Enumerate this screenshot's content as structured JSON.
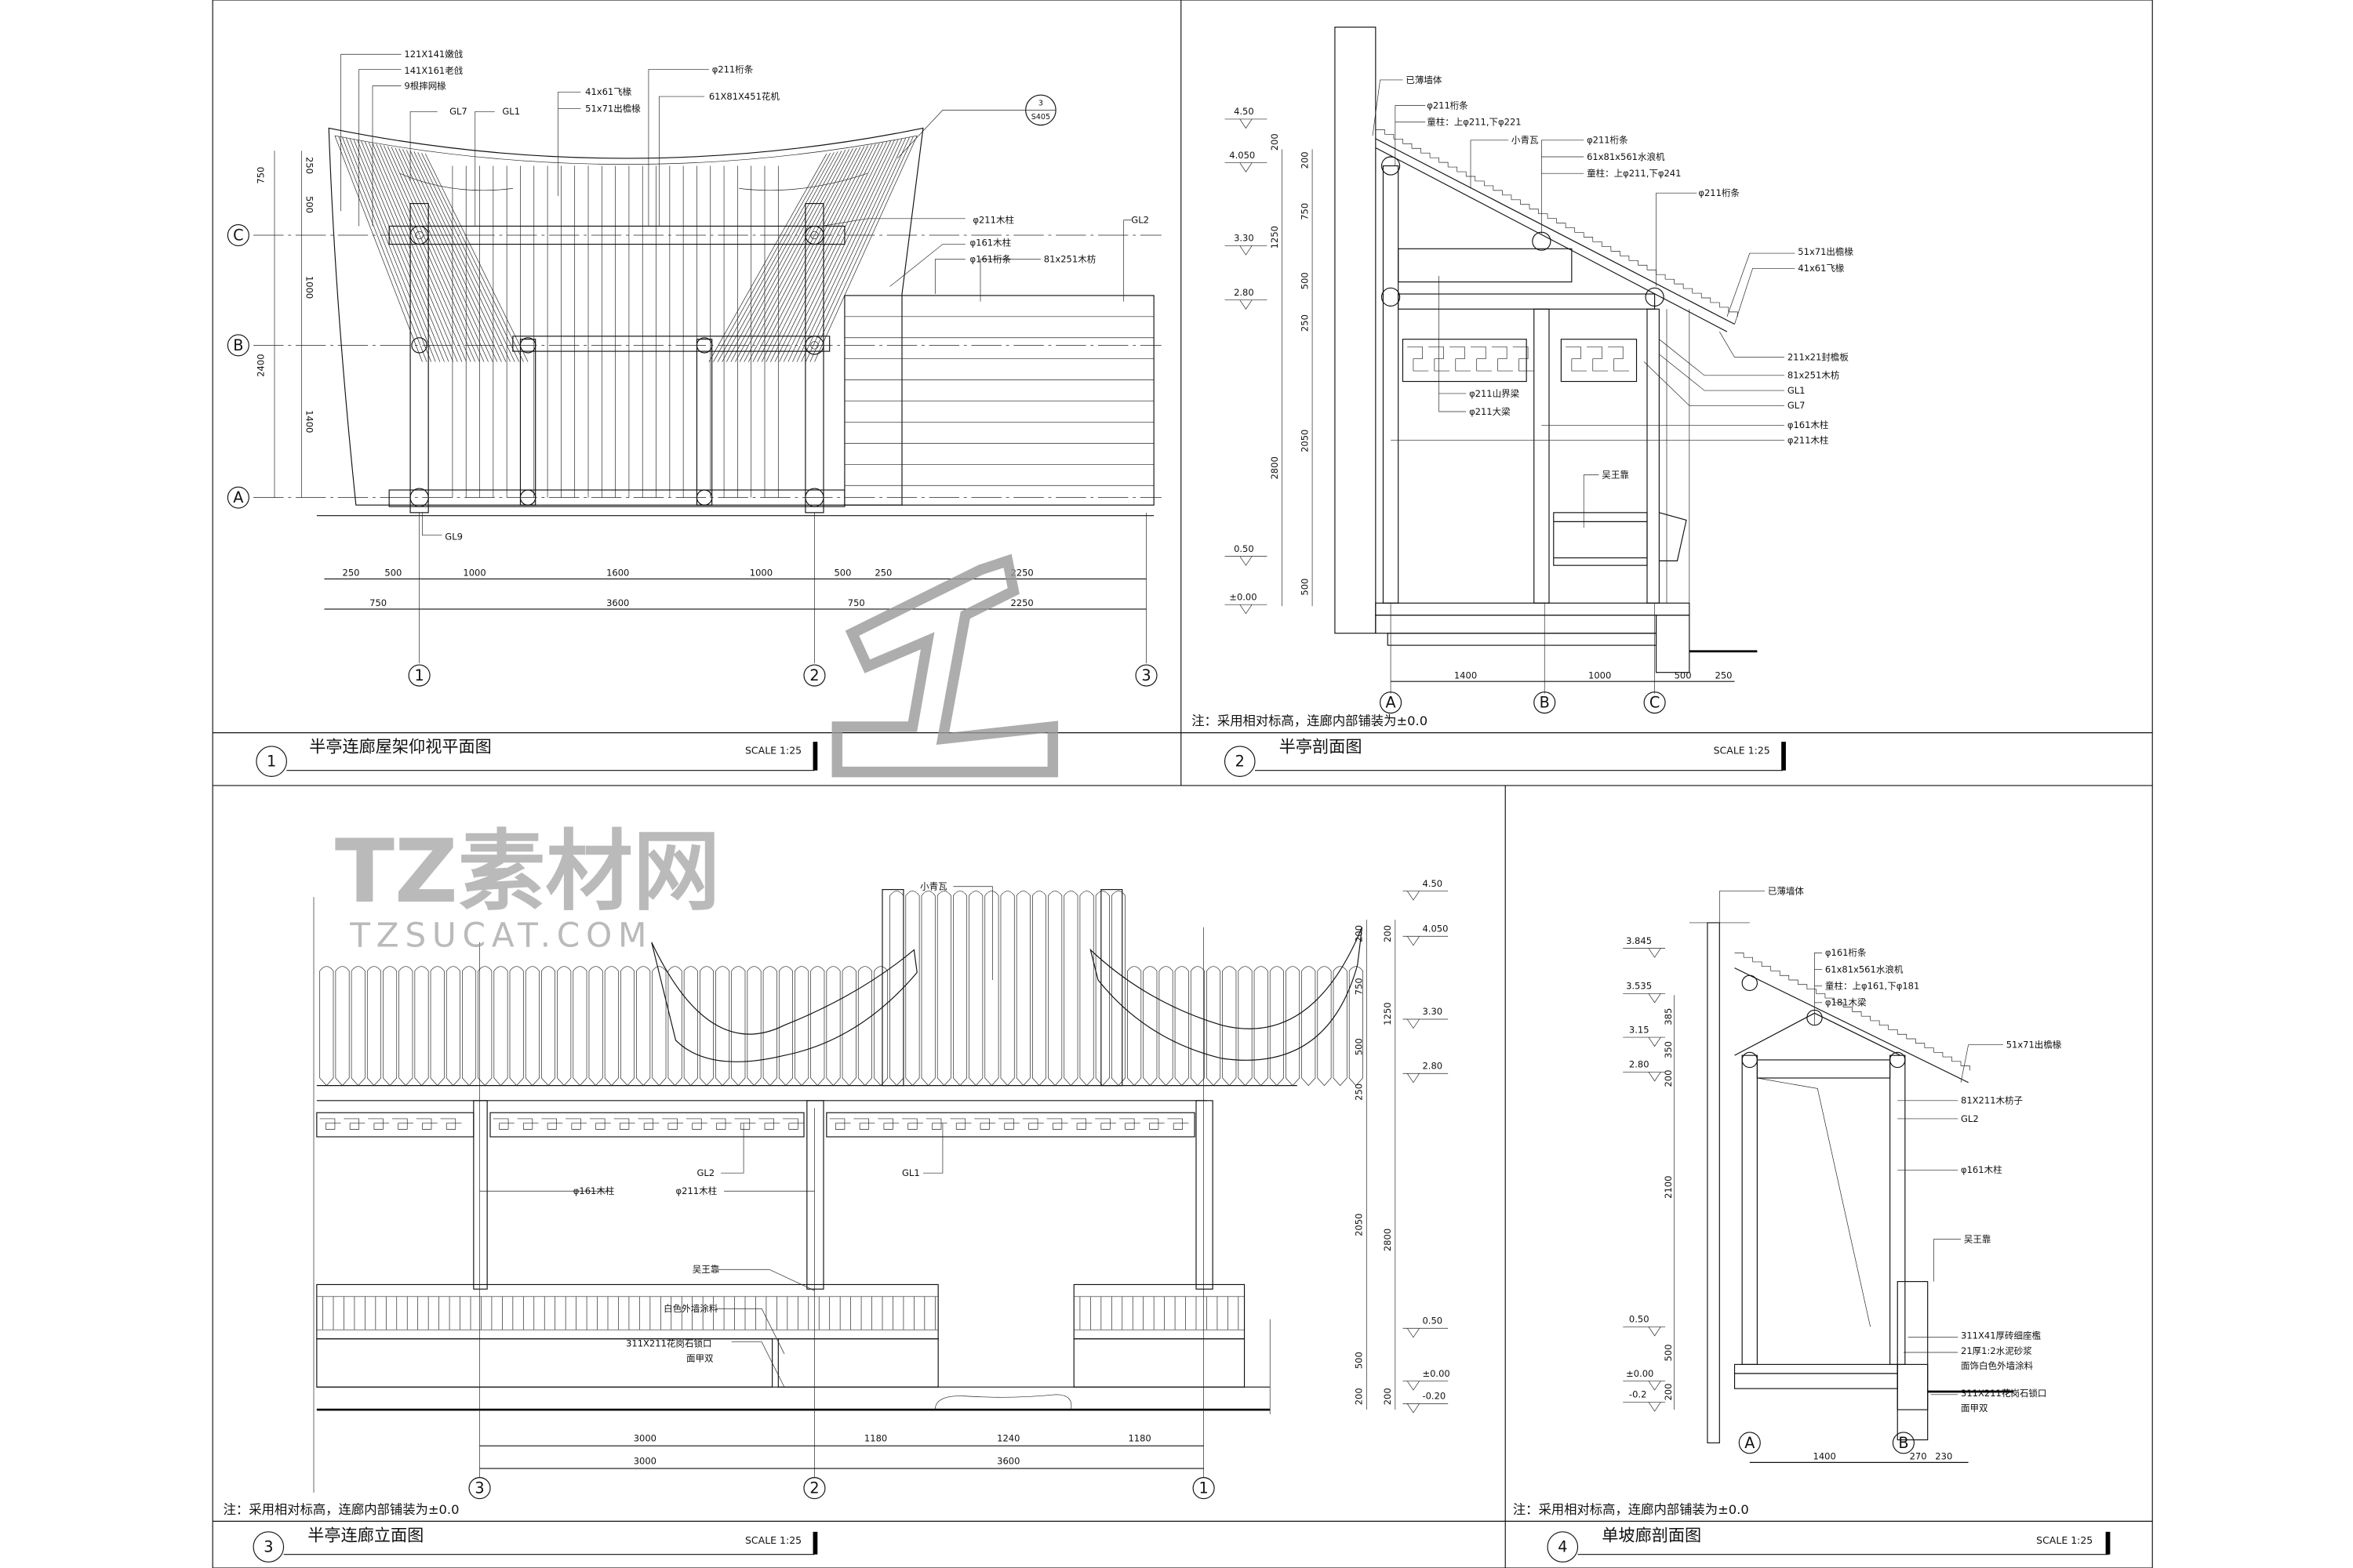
{
  "panels": [
    {
      "number": "1",
      "title": "半亭连廊屋架仰视平面图",
      "scale": "SCALE 1:25",
      "grid_rows": [
        "C",
        "B",
        "A"
      ],
      "grid_cols": [
        "1",
        "2",
        "3"
      ],
      "labels": [
        "121X141嫩戗",
        "141X161老戗",
        "9根摔网椽",
        "GL7",
        "GL1",
        "41x61飞椽",
        "51x71出檐椽",
        "φ211桁条",
        "61X81X451花机",
        "φ211木柱",
        "φ161木柱",
        "φ161桁条",
        "81x251木枋",
        "GL2",
        "GL9"
      ],
      "ref_bubble": {
        "top": "3",
        "bottom": "S405"
      },
      "dims_row1": [
        "250",
        "500",
        "1000",
        "1600",
        "1000",
        "500",
        "250",
        "2250"
      ],
      "dims_row2": [
        "750",
        "3600",
        "750",
        "2250"
      ],
      "dims_left": [
        "250",
        "500",
        "750",
        "1000",
        "2400",
        "1400"
      ]
    },
    {
      "number": "2",
      "title": "半亭剖面图",
      "scale": "SCALE 1:25",
      "note": "注：采用相对标高，连廊内部铺装为±0.0",
      "grid_cols": [
        "A",
        "B",
        "C"
      ],
      "levels": [
        "4.50",
        "4.050",
        "3.30",
        "2.80",
        "0.50",
        "±0.00"
      ],
      "labels": [
        "已薄墙体",
        "φ211桁条",
        "童柱：上φ211,下φ221",
        "小青瓦",
        "φ211桁条",
        "61x81x561水浪机",
        "童柱：上φ211,下φ241",
        "φ211桁条",
        "51x71出檐椽",
        "41x61飞椽",
        "211x21封檐板",
        "81x251木枋",
        "GL1",
        "GL7",
        "φ161木柱",
        "φ211木柱",
        "φ211山界梁",
        "φ211大梁",
        "吴王靠"
      ],
      "dims_outer": [
        "200",
        "1250",
        "2800"
      ],
      "dims_inner": [
        "200",
        "750",
        "500",
        "250",
        "2050",
        "500"
      ],
      "dims_bottom": [
        "1400",
        "1000",
        "500",
        "250"
      ]
    },
    {
      "number": "3",
      "title": "半亭连廊立面图",
      "scale": "SCALE 1:25",
      "note": "注：采用相对标高，连廊内部铺装为±0.0",
      "grid_cols": [
        "3",
        "2",
        "1"
      ],
      "levels": [
        "4.50",
        "4.050",
        "3.30",
        "2.80",
        "0.50",
        "±0.00",
        "-0.20"
      ],
      "labels": [
        "小青瓦",
        "GL2",
        "φ211木柱",
        "GL1",
        "φ161木柱",
        "吴王靠",
        "白色外墙涂料",
        "311X211花岗石锁口",
        "面甲双"
      ],
      "dims_inner": [
        "200",
        "750",
        "500",
        "250",
        "2050",
        "500",
        "200"
      ],
      "dims_outer": [
        "200",
        "1250",
        "2800",
        "200"
      ],
      "dims_row1": [
        "3000",
        "1180",
        "1240",
        "1180"
      ],
      "dims_row2": [
        "3000",
        "3600"
      ]
    },
    {
      "number": "4",
      "title": "单坡廊剖面图",
      "scale": "SCALE 1:25",
      "note": "注：采用相对标高，连廊内部铺装为±0.0",
      "grid_cols": [
        "A",
        "B"
      ],
      "levels": [
        "3.845",
        "3.535",
        "3.15",
        "2.80",
        "0.50",
        "±0.00",
        "-0.2"
      ],
      "labels": [
        "已薄墙体",
        "φ161桁条",
        "61x81x561水浪机",
        "童柱：上φ161,下φ181",
        "φ181木梁",
        "51x71出檐椽",
        "81X211木枋子",
        "GL2",
        "φ161木柱",
        "吴王靠",
        "311X41厚砖细座檻",
        "21厚1:2水泥砂浆",
        "面饰白色外墙涂料",
        "311X211花岗石锁口",
        "面甲双"
      ],
      "dims_left": [
        "385",
        "350",
        "200",
        "2100",
        "500",
        "200"
      ],
      "dims_bottom": [
        "1400",
        "270",
        "230"
      ]
    }
  ],
  "watermark": {
    "text": "TZ素材网",
    "url": "TZSUCAT.COM"
  }
}
